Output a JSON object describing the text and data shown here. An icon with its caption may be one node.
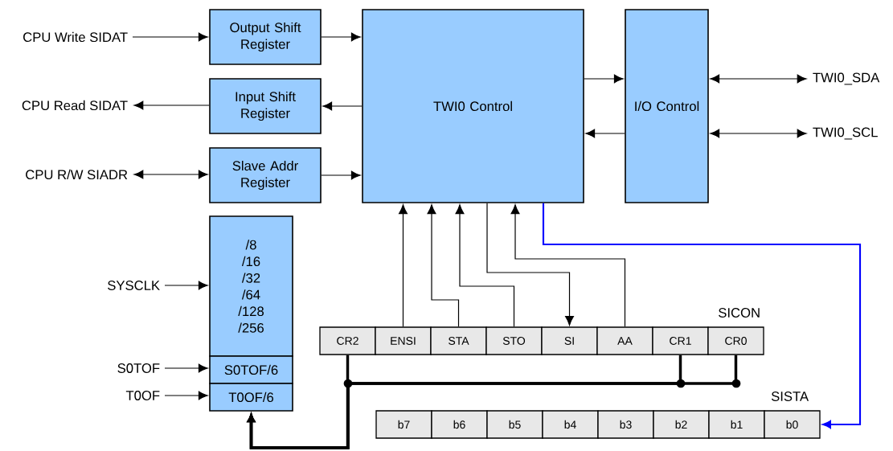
{
  "diagram": {
    "nodes": [
      {
        "text": [
          "CPU Write SIDAT"
        ]
      },
      {
        "text": [
          "CPU Read SIDAT"
        ]
      },
      {
        "text": [
          "CPU R/W SIADR"
        ]
      },
      {
        "text": [
          "Output Shift Register"
        ]
      },
      {
        "text": [
          "Input Shift Register"
        ]
      },
      {
        "text": [
          "Slave Addr Register"
        ]
      },
      {
        "text": [
          "TWI0 Control"
        ]
      },
      {
        "text": [
          "I/O Control"
        ]
      },
      {
        "text": [
          "TWI0_SDA"
        ]
      },
      {
        "text": [
          "TWI0_SCL"
        ]
      },
      {
        "text": [
          "SYSCLK"
        ]
      },
      {
        "text": [
          "S0TOF"
        ]
      },
      {
        "text": [
          "T0OF"
        ]
      },
      {
        "text": [
          "/8",
          "/16",
          "/32",
          "/64",
          "/128",
          "/256"
        ]
      },
      {
        "text": [
          "S0TOF/6"
        ]
      },
      {
        "text": [
          "T0OF/6"
        ]
      },
      {
        "text": [
          "CR2"
        ]
      },
      {
        "text": [
          "ENSI"
        ]
      },
      {
        "text": [
          "STA"
        ]
      },
      {
        "text": [
          "STO"
        ]
      },
      {
        "text": [
          "SI"
        ]
      },
      {
        "text": [
          "AA"
        ]
      },
      {
        "text": [
          "CR1"
        ]
      },
      {
        "text": [
          "CR0"
        ]
      },
      {
        "text": [
          "b7"
        ]
      },
      {
        "text": [
          "b6"
        ]
      },
      {
        "text": [
          "b5"
        ]
      },
      {
        "text": [
          "b4"
        ]
      },
      {
        "text": [
          "b3"
        ]
      },
      {
        "text": [
          "b2"
        ]
      },
      {
        "text": [
          "b1"
        ]
      },
      {
        "text": [
          "b0"
        ]
      }
    ],
    "edges": [
      {
        "from": 0,
        "to": 3,
        "arrow": "to"
      },
      {
        "from": 4,
        "to": 1,
        "arrow": "to"
      },
      {
        "from": 2,
        "to": 5,
        "arrow": "both"
      },
      {
        "from": 3,
        "to": 6,
        "arrow": "to"
      },
      {
        "from": 6,
        "to": 4,
        "arrow": "to"
      },
      {
        "from": 5,
        "to": 6,
        "arrow": "to"
      },
      {
        "from": 6,
        "to": 7,
        "arrow": "to"
      },
      {
        "from": 7,
        "to": 6,
        "arrow": "to"
      },
      {
        "from": 7,
        "to": 8,
        "arrow": "both"
      },
      {
        "from": 7,
        "to": 9,
        "arrow": "both"
      },
      {
        "from": 10,
        "to": 13,
        "arrow": "to"
      },
      {
        "from": 11,
        "to": 14,
        "arrow": "to"
      },
      {
        "from": 12,
        "to": 15,
        "arrow": "to"
      },
      {
        "from": 17,
        "to": 6,
        "arrow": "to"
      },
      {
        "from": 18,
        "to": 6,
        "arrow": "to"
      },
      {
        "from": 19,
        "to": 6,
        "arrow": "to"
      },
      {
        "from": 6,
        "to": 20,
        "arrow": "to"
      },
      {
        "from": 21,
        "to": 6,
        "arrow": "to"
      },
      {
        "from": 6,
        "to": 31,
        "arrow": "to",
        "color": "#0000ff"
      },
      {
        "from": 16,
        "to": 15,
        "arrow": "to",
        "style": "thick"
      },
      {
        "from": 22,
        "to": 15,
        "arrow": "to",
        "style": "thick"
      },
      {
        "from": 23,
        "to": 15,
        "arrow": "to",
        "style": "thick"
      }
    ],
    "labels": [
      "SICON",
      "SISTA"
    ]
  }
}
